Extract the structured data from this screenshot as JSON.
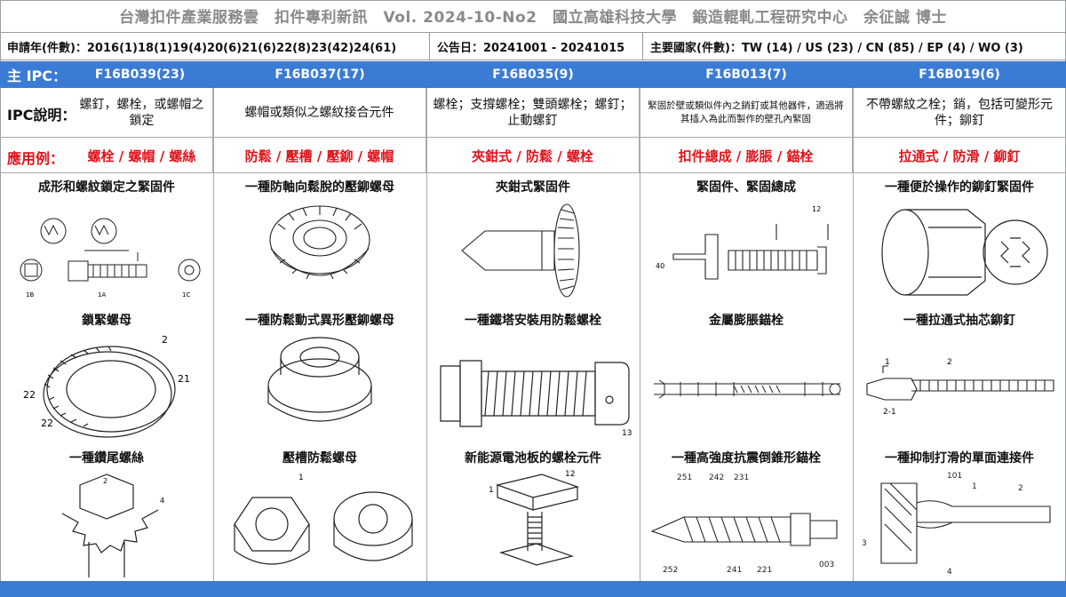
{
  "header": {
    "title": "台灣扣件產業服務雲　扣件專利新訊　Vol. 2024-10-No2　國立高雄科技大學　鍛造輥軋工程研究中心　余征誠 博士"
  },
  "info": {
    "applications": "申請年(件數)：2016(1)18(1)19(4)20(6)21(6)22(8)23(42)24(61)",
    "announce": "公告日：20241001 - 20241015",
    "countries": "主要國家(件數)：TW (14) / US (23) / CN (85) / EP (4) / WO (3)"
  },
  "labels": {
    "ipc": "主 IPC：",
    "ipc_desc": "IPC說明：",
    "application": "應用例："
  },
  "columns": [
    {
      "ipc": "F16B039(23)",
      "desc": "螺釘，螺栓，或螺帽之鎖定",
      "apps": "螺栓 / 螺帽 / 螺絲",
      "figs": [
        "成形和螺紋鎖定之緊固件",
        "鎖緊螺母",
        "一種鑽尾螺絲"
      ]
    },
    {
      "ipc": "F16B037(17)",
      "desc": "螺帽或類似之螺紋接合元件",
      "apps": "防鬆 / 壓槽 / 壓鉚 / 螺帽",
      "figs": [
        "一種防軸向鬆脫的壓鉚螺母",
        "一種防鬆動式異形壓鉚螺母",
        "壓槽防鬆螺母"
      ]
    },
    {
      "ipc": "F16B035(9)",
      "desc": "螺栓；支撐螺栓；雙頭螺栓；螺釘；止動螺釘",
      "apps": "夾鉗式 / 防鬆 / 螺栓",
      "figs": [
        "夾鉗式緊固件",
        "一種鐵塔安裝用防鬆螺栓",
        "新能源電池板的螺栓元件"
      ]
    },
    {
      "ipc": "F16B013(7)",
      "desc": "緊固於壁或類似件內之銷釘或其他器件，適過將其插入為此而製作的壁孔內緊固",
      "apps": "扣件總成 / 膨脹 / 錨栓",
      "figs": [
        "緊固件、緊固總成",
        "金屬膨脹錨栓",
        "一種高強度抗震倒錐形錨栓"
      ]
    },
    {
      "ipc": "F16B019(6)",
      "desc": "不帶螺紋之栓；銷，包括可變形元件；鉚釘",
      "apps": "拉通式 / 防滑 / 鉚釘",
      "figs": [
        "一種便於操作的鉚釘緊固件",
        "一種拉通式抽芯鉚釘",
        "一種抑制打滑的單面連接件"
      ]
    }
  ],
  "colors": {
    "accent_blue": "#3a7bd5",
    "app_red": "#e0131a",
    "title_gray": "#8a8a8a"
  }
}
